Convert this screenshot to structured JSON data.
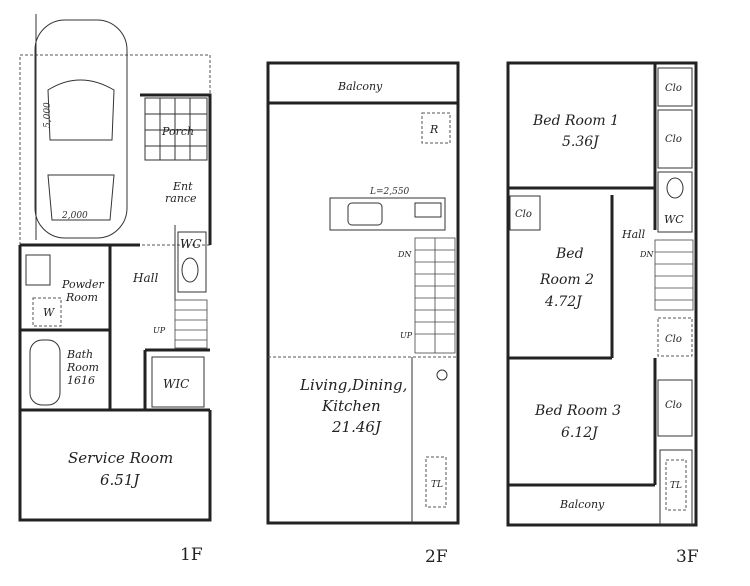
{
  "floors": {
    "f1": {
      "label": "1F",
      "rooms": {
        "parking_dim1": "5,000",
        "parking_dim2": "2,000",
        "porch": "Porch",
        "entrance1": "Ent",
        "entrance2": "rance",
        "wc": "WC",
        "hall": "Hall",
        "powder1": "Powder",
        "powder2": "Room",
        "w": "W",
        "bath1": "Bath",
        "bath2": "Room",
        "bath3": "1616",
        "wic": "WIC",
        "up": "UP",
        "service": "Service Room",
        "service_area": "6.51J"
      }
    },
    "f2": {
      "label": "2F",
      "rooms": {
        "balcony": "Balcony",
        "r": "R",
        "kitchen_len": "L=2,550",
        "dn": "DN",
        "up": "UP",
        "ldk1": "Living,Dining,",
        "ldk2": "Kitchen",
        "ldk_area": "21.46J",
        "tl": "TL"
      }
    },
    "f3": {
      "label": "3F",
      "rooms": {
        "bed1": "Bed Room 1",
        "bed1_area": "5.36J",
        "clo": "Clo",
        "wc": "WC",
        "hall": "Hall",
        "dn": "DN",
        "bed2a": "Bed",
        "bed2b": "Room 2",
        "bed2_area": "4.72J",
        "bed3": "Bed Room 3",
        "bed3_area": "6.12J",
        "balcony": "Balcony",
        "tl": "TL"
      }
    }
  }
}
